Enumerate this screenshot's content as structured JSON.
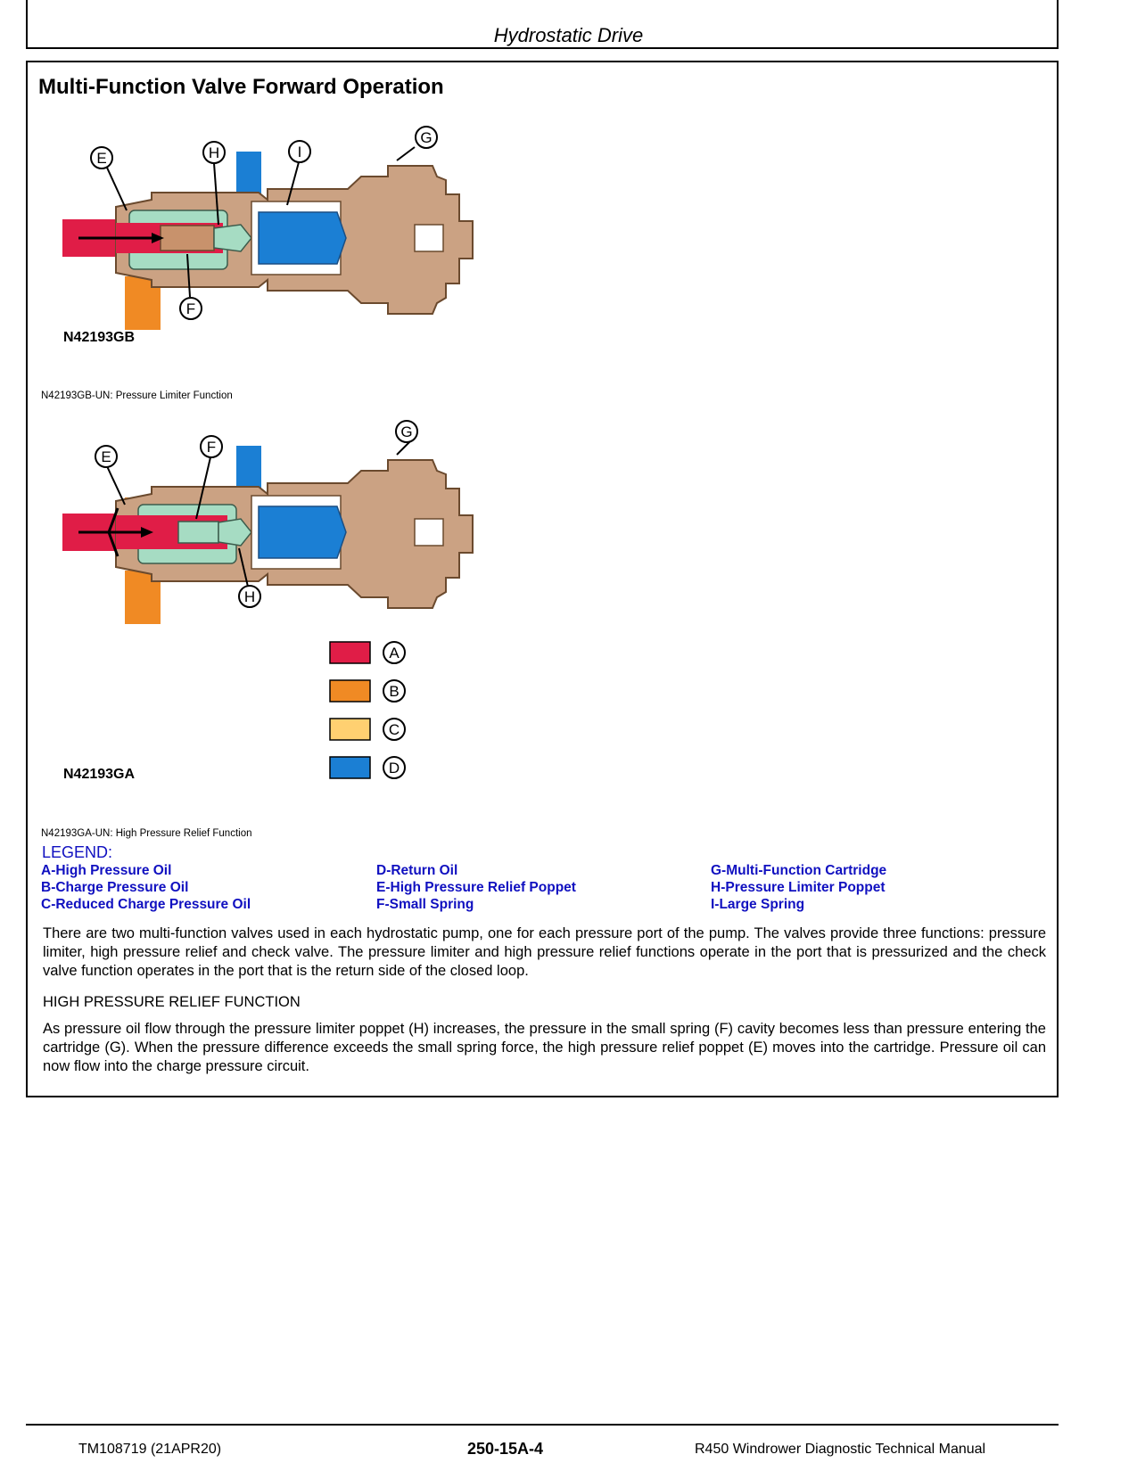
{
  "header": {
    "title": "Hydrostatic Drive"
  },
  "section": {
    "title": "Multi-Function Valve Forward Operation"
  },
  "figure1": {
    "id": "N42193GB",
    "caption": "N42193GB-UN: Pressure Limiter Function",
    "callouts": [
      "E",
      "H",
      "I",
      "G",
      "F"
    ]
  },
  "figure2": {
    "id": "N42193GA",
    "caption": "N42193GA-UN: High Pressure Relief Function",
    "callouts": [
      "E",
      "F",
      "G",
      "H"
    ]
  },
  "color_key": [
    {
      "letter": "A",
      "color": "#e01d47"
    },
    {
      "letter": "B",
      "color": "#f08a24"
    },
    {
      "letter": "C",
      "color": "#ffd071"
    },
    {
      "letter": "D",
      "color": "#1b7fd4"
    }
  ],
  "colors": {
    "body": "#cba283",
    "body_stroke": "#6b4a2e",
    "spring_green": "#a6dcc3",
    "legend_text": "#1010c0"
  },
  "legend": {
    "title": "LEGEND:",
    "items": [
      "A-High Pressure Oil",
      "B-Charge Pressure Oil",
      "C-Reduced Charge Pressure Oil",
      "D-Return Oil",
      "E-High Pressure Relief Poppet",
      "F-Small Spring",
      "G-Multi-Function Cartridge",
      "H-Pressure Limiter Poppet",
      "I-Large Spring"
    ]
  },
  "body": {
    "intro": "There are two multi-function valves used in each hydrostatic pump, one for each pressure port of the pump. The valves provide three functions: pressure limiter, high pressure relief and check valve. The pressure limiter and high pressure relief functions operate in the port that is pressurized and the check valve function operates in the port that is the return side of the closed loop.",
    "subheading": "HIGH PRESSURE RELIEF FUNCTION",
    "paragraph": "As pressure oil flow through the pressure limiter poppet (H) increases, the pressure in the small spring (F) cavity becomes less than pressure entering the cartridge (G). When the pressure difference exceeds the small spring force, the high pressure relief poppet (E) moves into the cartridge. Pressure oil can now flow into the charge pressure circuit."
  },
  "footer": {
    "left": "TM108719 (21APR20)",
    "center": "250-15A-4",
    "right": "R450 Windrower Diagnostic Technical Manual"
  }
}
